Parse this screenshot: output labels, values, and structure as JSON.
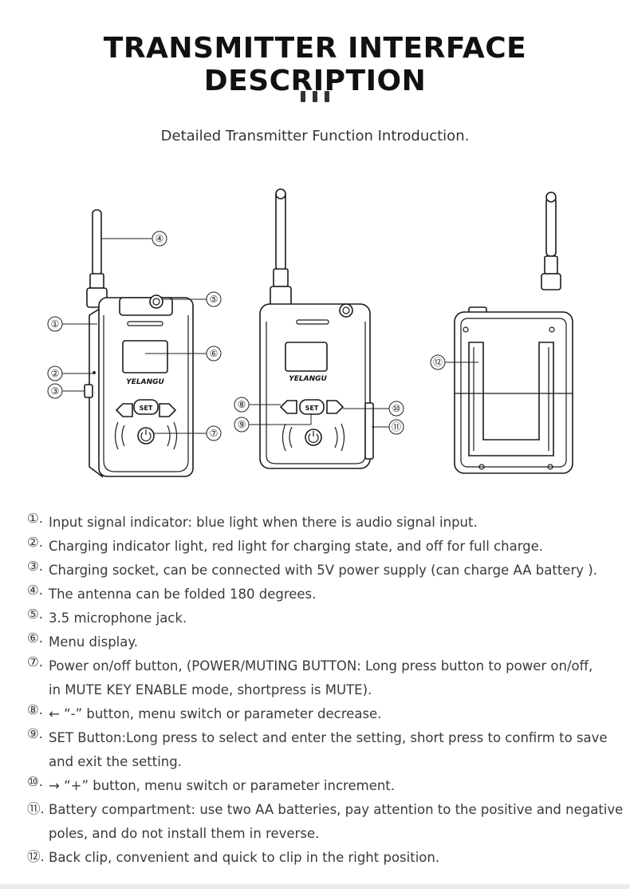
{
  "header": {
    "title": "TRANSMITTER INTERFACE DESCRIPTION",
    "subtitle": "Detailed Transmitter Function Introduction."
  },
  "figure": {
    "brand_label": "YELANGU",
    "set_label": "SET",
    "callouts": {
      "c1": "①",
      "c2": "②",
      "c3": "③",
      "c4": "④",
      "c5": "⑤",
      "c6": "⑥",
      "c7": "⑦",
      "c8": "⑧",
      "c9": "⑨",
      "c10": "⑩",
      "c11": "⑪",
      "c12": "⑫"
    }
  },
  "descriptions": [
    {
      "num": "①.",
      "lines": [
        "Input signal indicator: blue light when there is audio signal input."
      ]
    },
    {
      "num": "②.",
      "lines": [
        "Charging indicator light, red light for charging state, and off for full charge."
      ]
    },
    {
      "num": "③.",
      "lines": [
        "Charging socket, can be connected with 5V power supply (can charge AA battery )."
      ]
    },
    {
      "num": "④.",
      "lines": [
        "The antenna can be folded 180 degrees."
      ]
    },
    {
      "num": "⑤.",
      "lines": [
        "3.5 microphone jack."
      ]
    },
    {
      "num": "⑥.",
      "lines": [
        "Menu display."
      ]
    },
    {
      "num": "⑦.",
      "lines": [
        "Power on/off button, (POWER/MUTING BUTTON: Long press button to power on/off,",
        "in MUTE KEY ENABLE mode, shortpress is MUTE)."
      ]
    },
    {
      "num": "⑧.",
      "lines": [
        "← “-” button, menu switch or parameter decrease."
      ]
    },
    {
      "num": "⑨.",
      "lines": [
        "SET Button:Long press to select and enter the setting, short press to confirm to save",
        "and exit the setting."
      ]
    },
    {
      "num": "⑩.",
      "lines": [
        "→ “+” button, menu switch or parameter increment."
      ]
    },
    {
      "num": "⑪.",
      "lines": [
        "Battery compartment: use two AA batteries, pay attention to the positive and negative",
        "poles, and do not install them in reverse."
      ]
    },
    {
      "num": "⑫.",
      "lines": [
        "Back clip, convenient and quick to clip in the right position."
      ]
    }
  ]
}
